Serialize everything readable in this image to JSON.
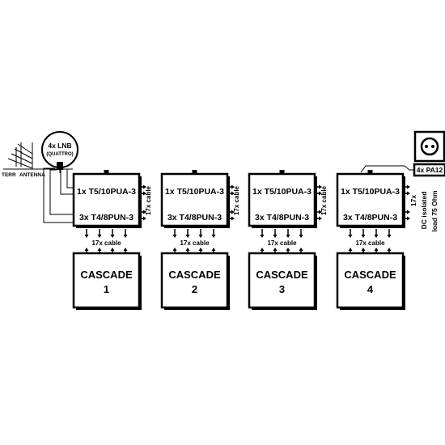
{
  "lnb": {
    "line1": "4x LNB",
    "line2": "(QUATTRO)"
  },
  "antenna": {
    "terr": "TERR",
    "antenna": "ANTENNA"
  },
  "units": [
    {
      "line1": "1x T5/10PUA-3",
      "line2": "3x T4/8PUN-3",
      "cable_down": "17x cable",
      "cascade_title": "CASCADE",
      "cascade_num": "1",
      "cable_right": "17x cable"
    },
    {
      "line1": "1x T5/10PUA-3",
      "line2": "3x T4/8PUN-3",
      "cable_down": "17x cable",
      "cascade_title": "CASCADE",
      "cascade_num": "2",
      "cable_right": "17x cable"
    },
    {
      "line1": "1x T5/10PUA-3",
      "line2": "3x T4/8PUN-3",
      "cable_down": "17x cable",
      "cascade_title": "CASCADE",
      "cascade_num": "3",
      "cable_right": "17x cable"
    },
    {
      "line1": "1x T5/10PUA-3",
      "line2": "3x T4/8PUN-3",
      "cable_down": "17x cable",
      "cascade_title": "CASCADE",
      "cascade_num": "4"
    }
  ],
  "psu": {
    "label": "4x PA12"
  },
  "termination": {
    "line1": "17x",
    "line2": "DC isolated",
    "line3": "load 75 Ohm"
  }
}
